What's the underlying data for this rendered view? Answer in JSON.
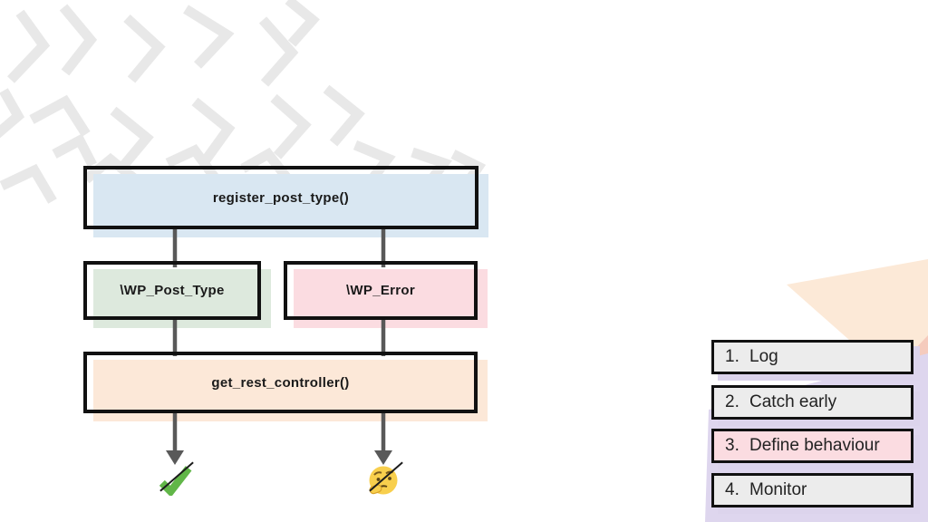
{
  "slide": {
    "type": "presentation-slide",
    "topic": "WordPress error handling flow"
  },
  "diagram": {
    "nodes": [
      {
        "id": "register_post_type",
        "label": "register_post_type()",
        "fill": "#d9e7f2"
      },
      {
        "id": "wp_post_type",
        "label": "\\WP_Post_Type",
        "fill": "#dde9dd"
      },
      {
        "id": "wp_error",
        "label": "\\WP_Error",
        "fill": "#fbdce1"
      },
      {
        "id": "get_rest_controller",
        "label": "get_rest_controller()",
        "fill": "#fce8d8"
      }
    ],
    "edges": [
      {
        "from": "register_post_type",
        "to": "wp_post_type"
      },
      {
        "from": "register_post_type",
        "to": "wp_error"
      },
      {
        "from": "wp_post_type",
        "to": "get_rest_controller"
      },
      {
        "from": "wp_error",
        "to": "get_rest_controller"
      }
    ],
    "outcomes": [
      {
        "icon": "check-mark-emoji"
      },
      {
        "icon": "thinking-face-emoji"
      }
    ],
    "connector_color": "#595959"
  },
  "checklist": {
    "items": [
      {
        "number": "1.",
        "label": "Log",
        "highlighted": false
      },
      {
        "number": "2.",
        "label": "Catch early",
        "highlighted": false
      },
      {
        "number": "3.",
        "label": "Define behaviour",
        "highlighted": true
      },
      {
        "number": "4.",
        "label": "Monitor",
        "highlighted": false
      }
    ],
    "highlight_color": "#fbdce1",
    "default_color": "#ececec"
  },
  "palette": {
    "border_black": "#111111",
    "shadow_lavender": "#dcd4ec",
    "scribble_gray": "#e8e8e8",
    "bg_peach": "#fce9d7",
    "bg_salmon": "#f5cbbd",
    "bg_lavender": "#ded6ee",
    "check_green": "#61b648",
    "emoji_yellow": "#f8cf4d"
  }
}
